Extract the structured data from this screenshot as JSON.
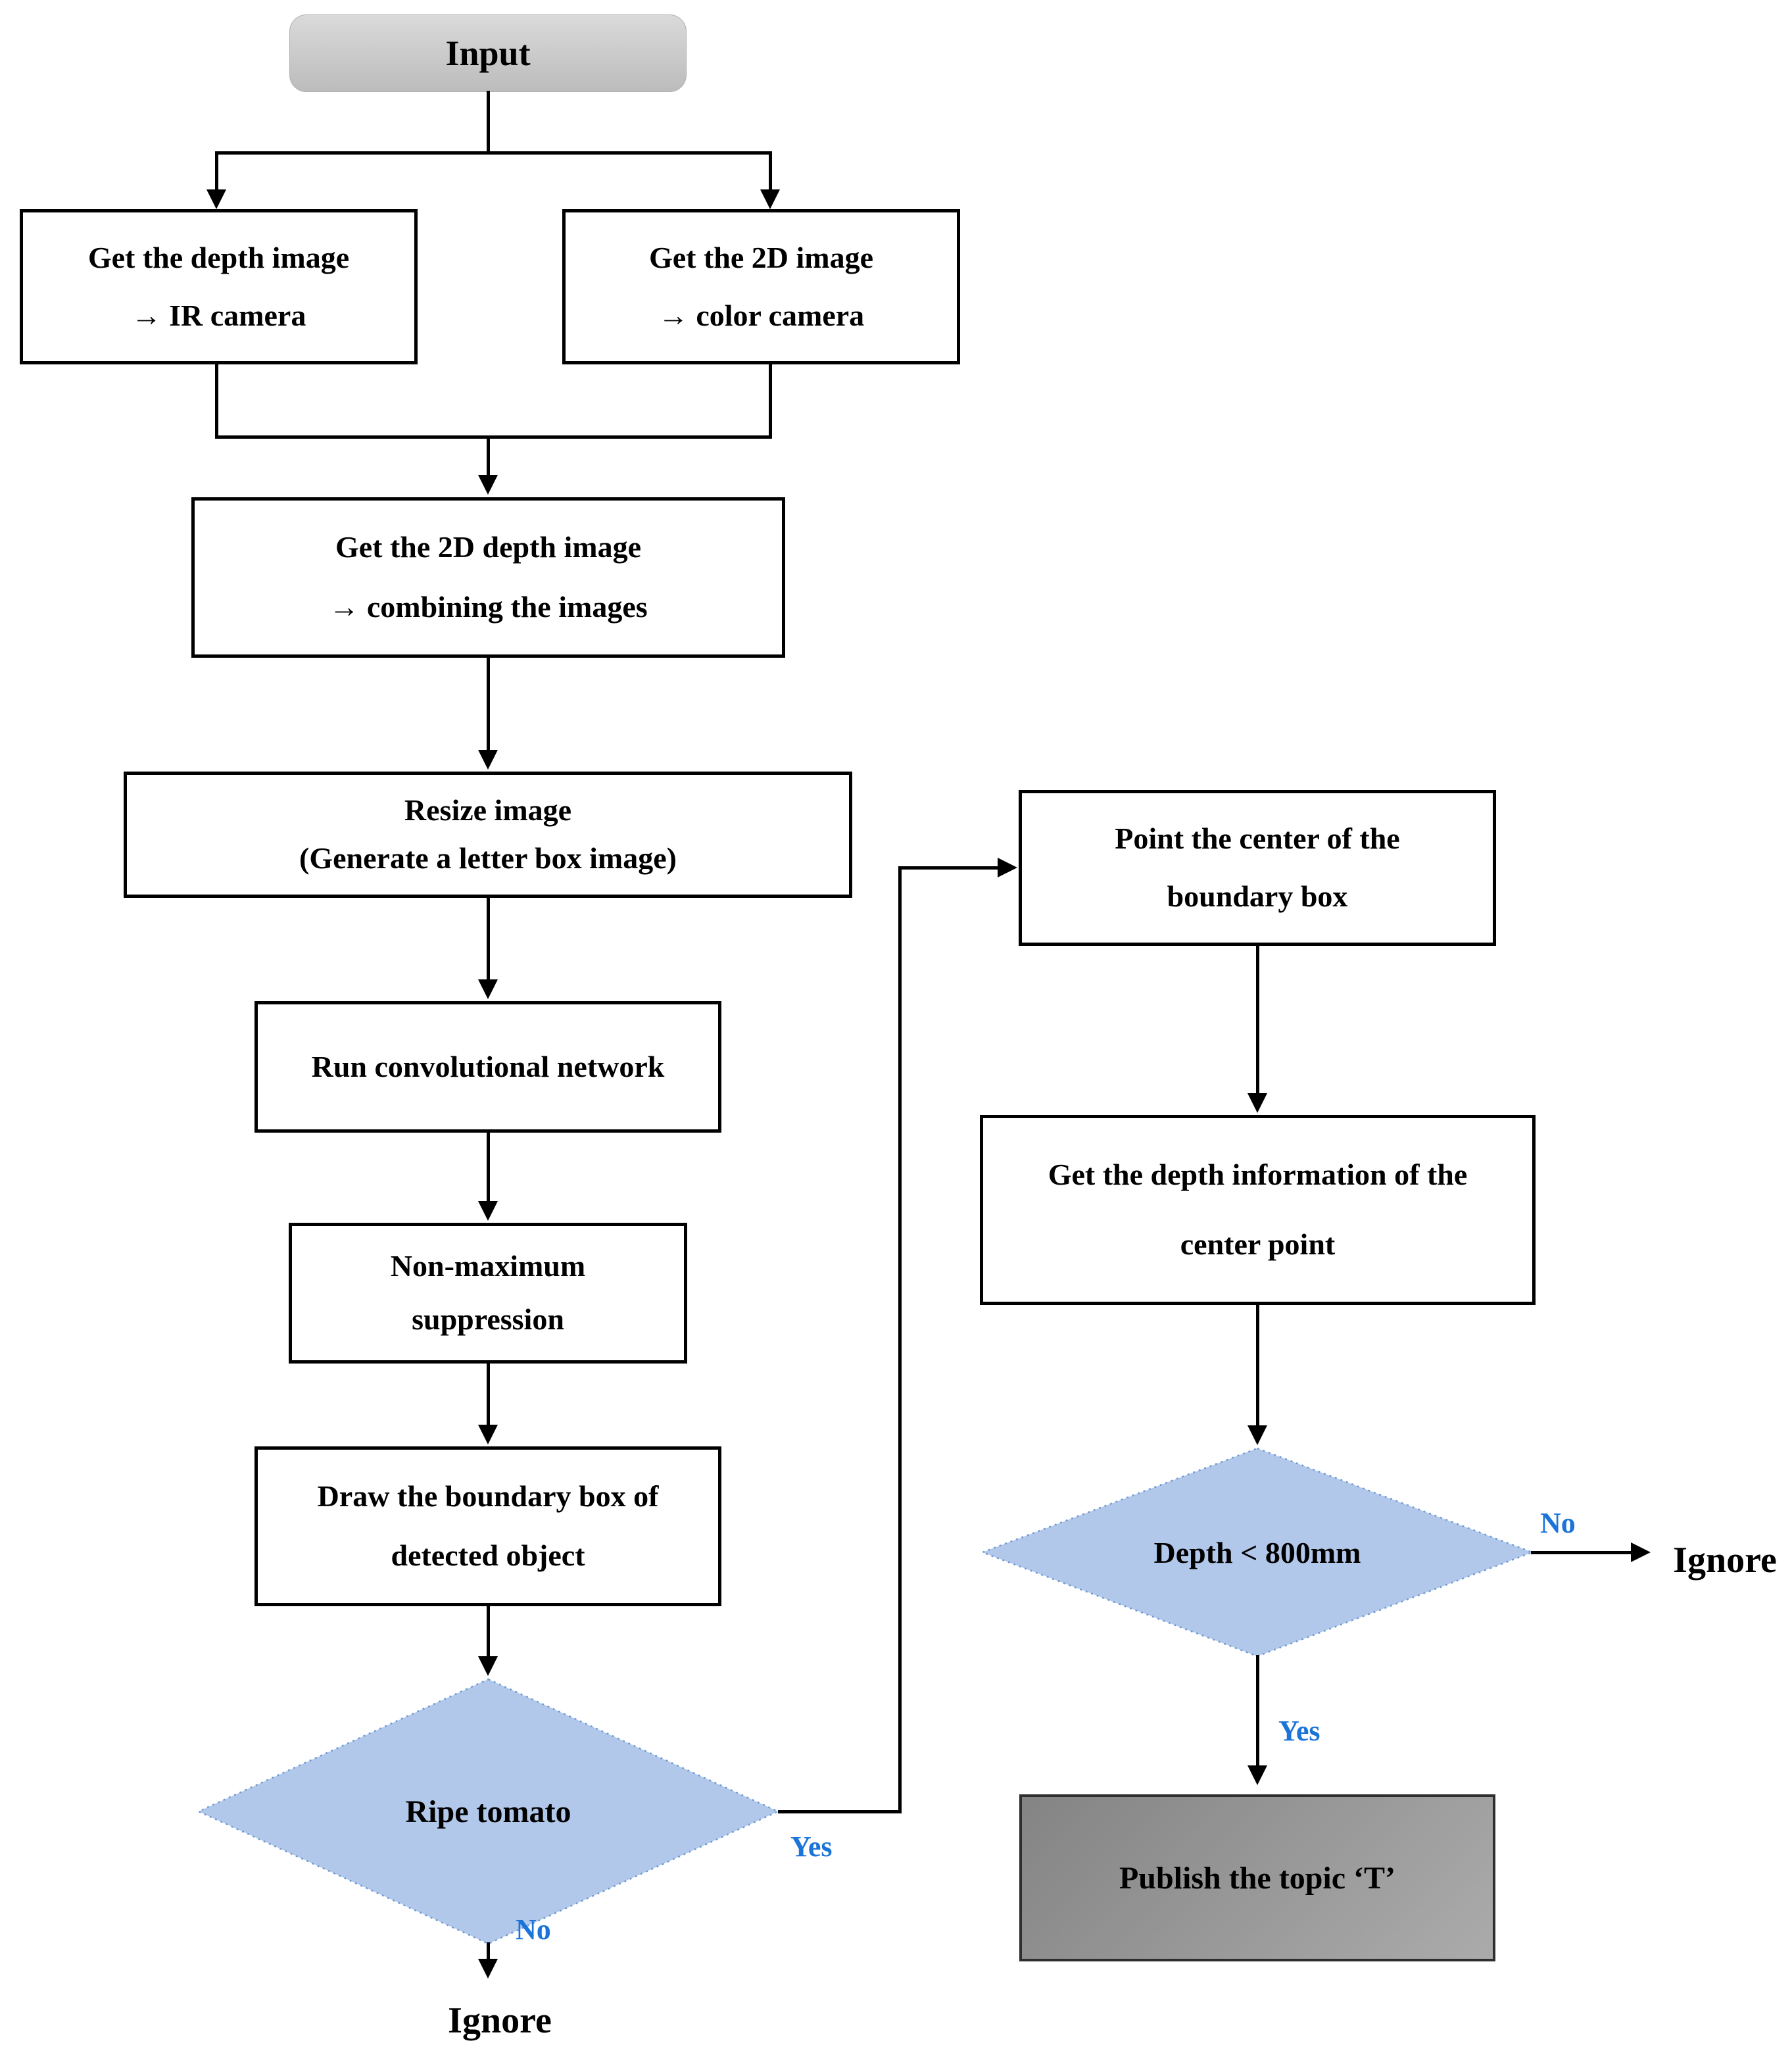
{
  "nodes": {
    "input": {
      "label": "Input"
    },
    "get_depth_image": {
      "line1": "Get the depth image",
      "line2": "→ IR camera"
    },
    "get_2d_image": {
      "line1": "Get the 2D image",
      "line2": "→ color camera"
    },
    "get_2d_depth_image": {
      "line1": "Get the 2D depth image",
      "line2": "→ combining the images"
    },
    "resize_image": {
      "line1": "Resize image",
      "line2": "(Generate a letter box image)"
    },
    "run_convolutional_network": {
      "label": "Run convolutional network"
    },
    "non_maximum_suppression": {
      "line1": "Non-maximum",
      "line2": "suppression"
    },
    "draw_boundary_box": {
      "line1": "Draw the boundary box of",
      "line2": "detected object"
    },
    "ripe_tomato_decision": {
      "label": "Ripe tomato"
    },
    "point_center": {
      "line1": "Point the center of the",
      "line2": "boundary box"
    },
    "get_depth_information": {
      "line1": "Get the depth information of the",
      "line2": "center point"
    },
    "depth_decision": {
      "label": "Depth < 800mm"
    },
    "publish_topic": {
      "label": "Publish the topic ‘T’"
    },
    "ignore_left": {
      "label": "Ignore"
    },
    "ignore_right": {
      "label": "Ignore"
    }
  },
  "edge_labels": {
    "ripe_yes": "Yes",
    "ripe_no": "No",
    "depth_yes": "Yes",
    "depth_no": "No"
  },
  "colors": {
    "line": "#000000",
    "process_fill": "#ffffff",
    "process_border": "#000000",
    "decision_fill": "#b2c8ea",
    "decision_border": "#6f9bd4",
    "terminator_fill_top": "#dadada",
    "terminator_fill_bottom": "#bcbcbc",
    "publish_fill_dark": "#848484",
    "publish_fill_light": "#ababab",
    "branch_label_blue": "#1b74d8",
    "text": "#000000"
  }
}
